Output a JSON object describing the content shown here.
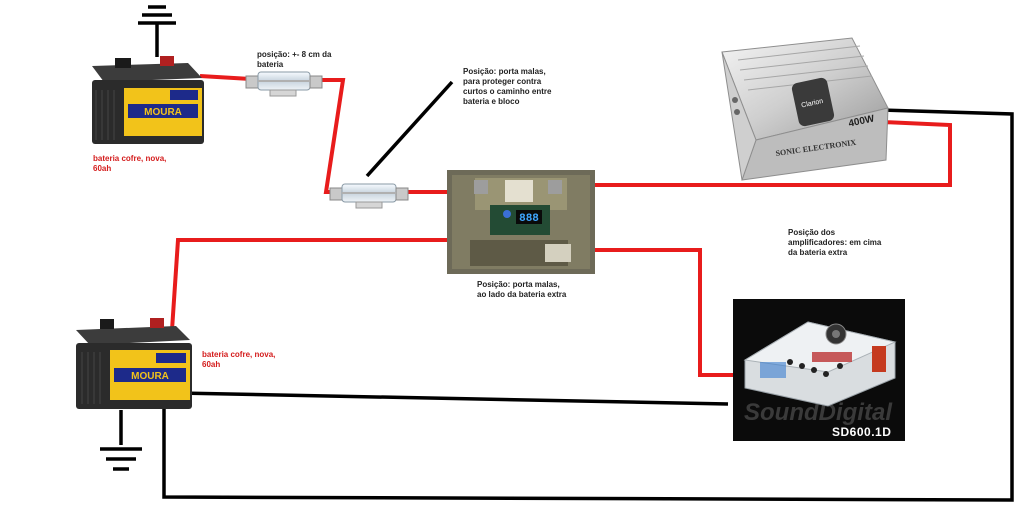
{
  "labels": {
    "fuse1_position": "posição: +- 8 cm da bateria",
    "fuse2_position": "Posição: porta malas, para proteger contra curtos o caminho entre bateria e bloco",
    "battery1_label": "bateria cofre, nova, 60ah",
    "battery2_label": "bateria cofre, nova, 60ah",
    "isolator_position": "Posição: porta malas, ao lado da bateria extra",
    "amps_position": "Posição dos amplificadores: em cima da bateria extra"
  },
  "devices": {
    "battery_brand": "MOURA",
    "isolator_display": "888",
    "amp1_brand": "Clarion",
    "amp1_power": "400W",
    "amp1_sticker": "SONIC ELECTRONIX",
    "amp2_model": "SD600.1D",
    "amp2_watermark": "SoundDigital"
  },
  "colors": {
    "positive_wire": "#e81c1c",
    "ground_wire": "#000000",
    "battery_yellow": "#f2c31a",
    "battery_body": "#2b2b2b",
    "background": "#ffffff"
  }
}
